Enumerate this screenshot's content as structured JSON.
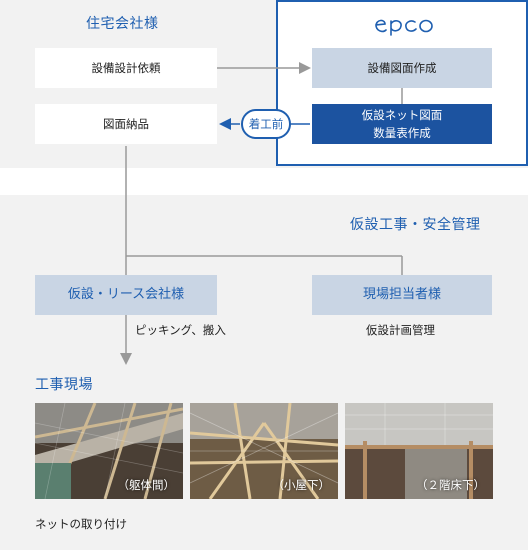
{
  "client": {
    "title": "住宅会社様",
    "request": "設備設計依頼",
    "delivery": "図面納品"
  },
  "epco": {
    "logo_text": "epco",
    "design": "設備図面作成",
    "net_line1": "仮設ネット図面",
    "net_line2": "数量表作成",
    "badge": "着工前"
  },
  "safety": {
    "title": "仮設工事・安全管理",
    "lease_company": "仮設・リース会社様",
    "lease_caption": "ピッキング、搬入",
    "site_manager": "現場担当者様",
    "site_caption": "仮設計画管理"
  },
  "site": {
    "title": "工事現場",
    "photos": [
      {
        "label": "（躯体間）"
      },
      {
        "label": "（小屋下）"
      },
      {
        "label": "（２階床下）"
      }
    ],
    "caption": "ネットの取り付け"
  },
  "colors": {
    "accent": "#1f5fb0",
    "dark_box": "#1c53a0",
    "light_box": "#c9d5e4",
    "panel": "#f2f2f2",
    "line": "#999999"
  }
}
